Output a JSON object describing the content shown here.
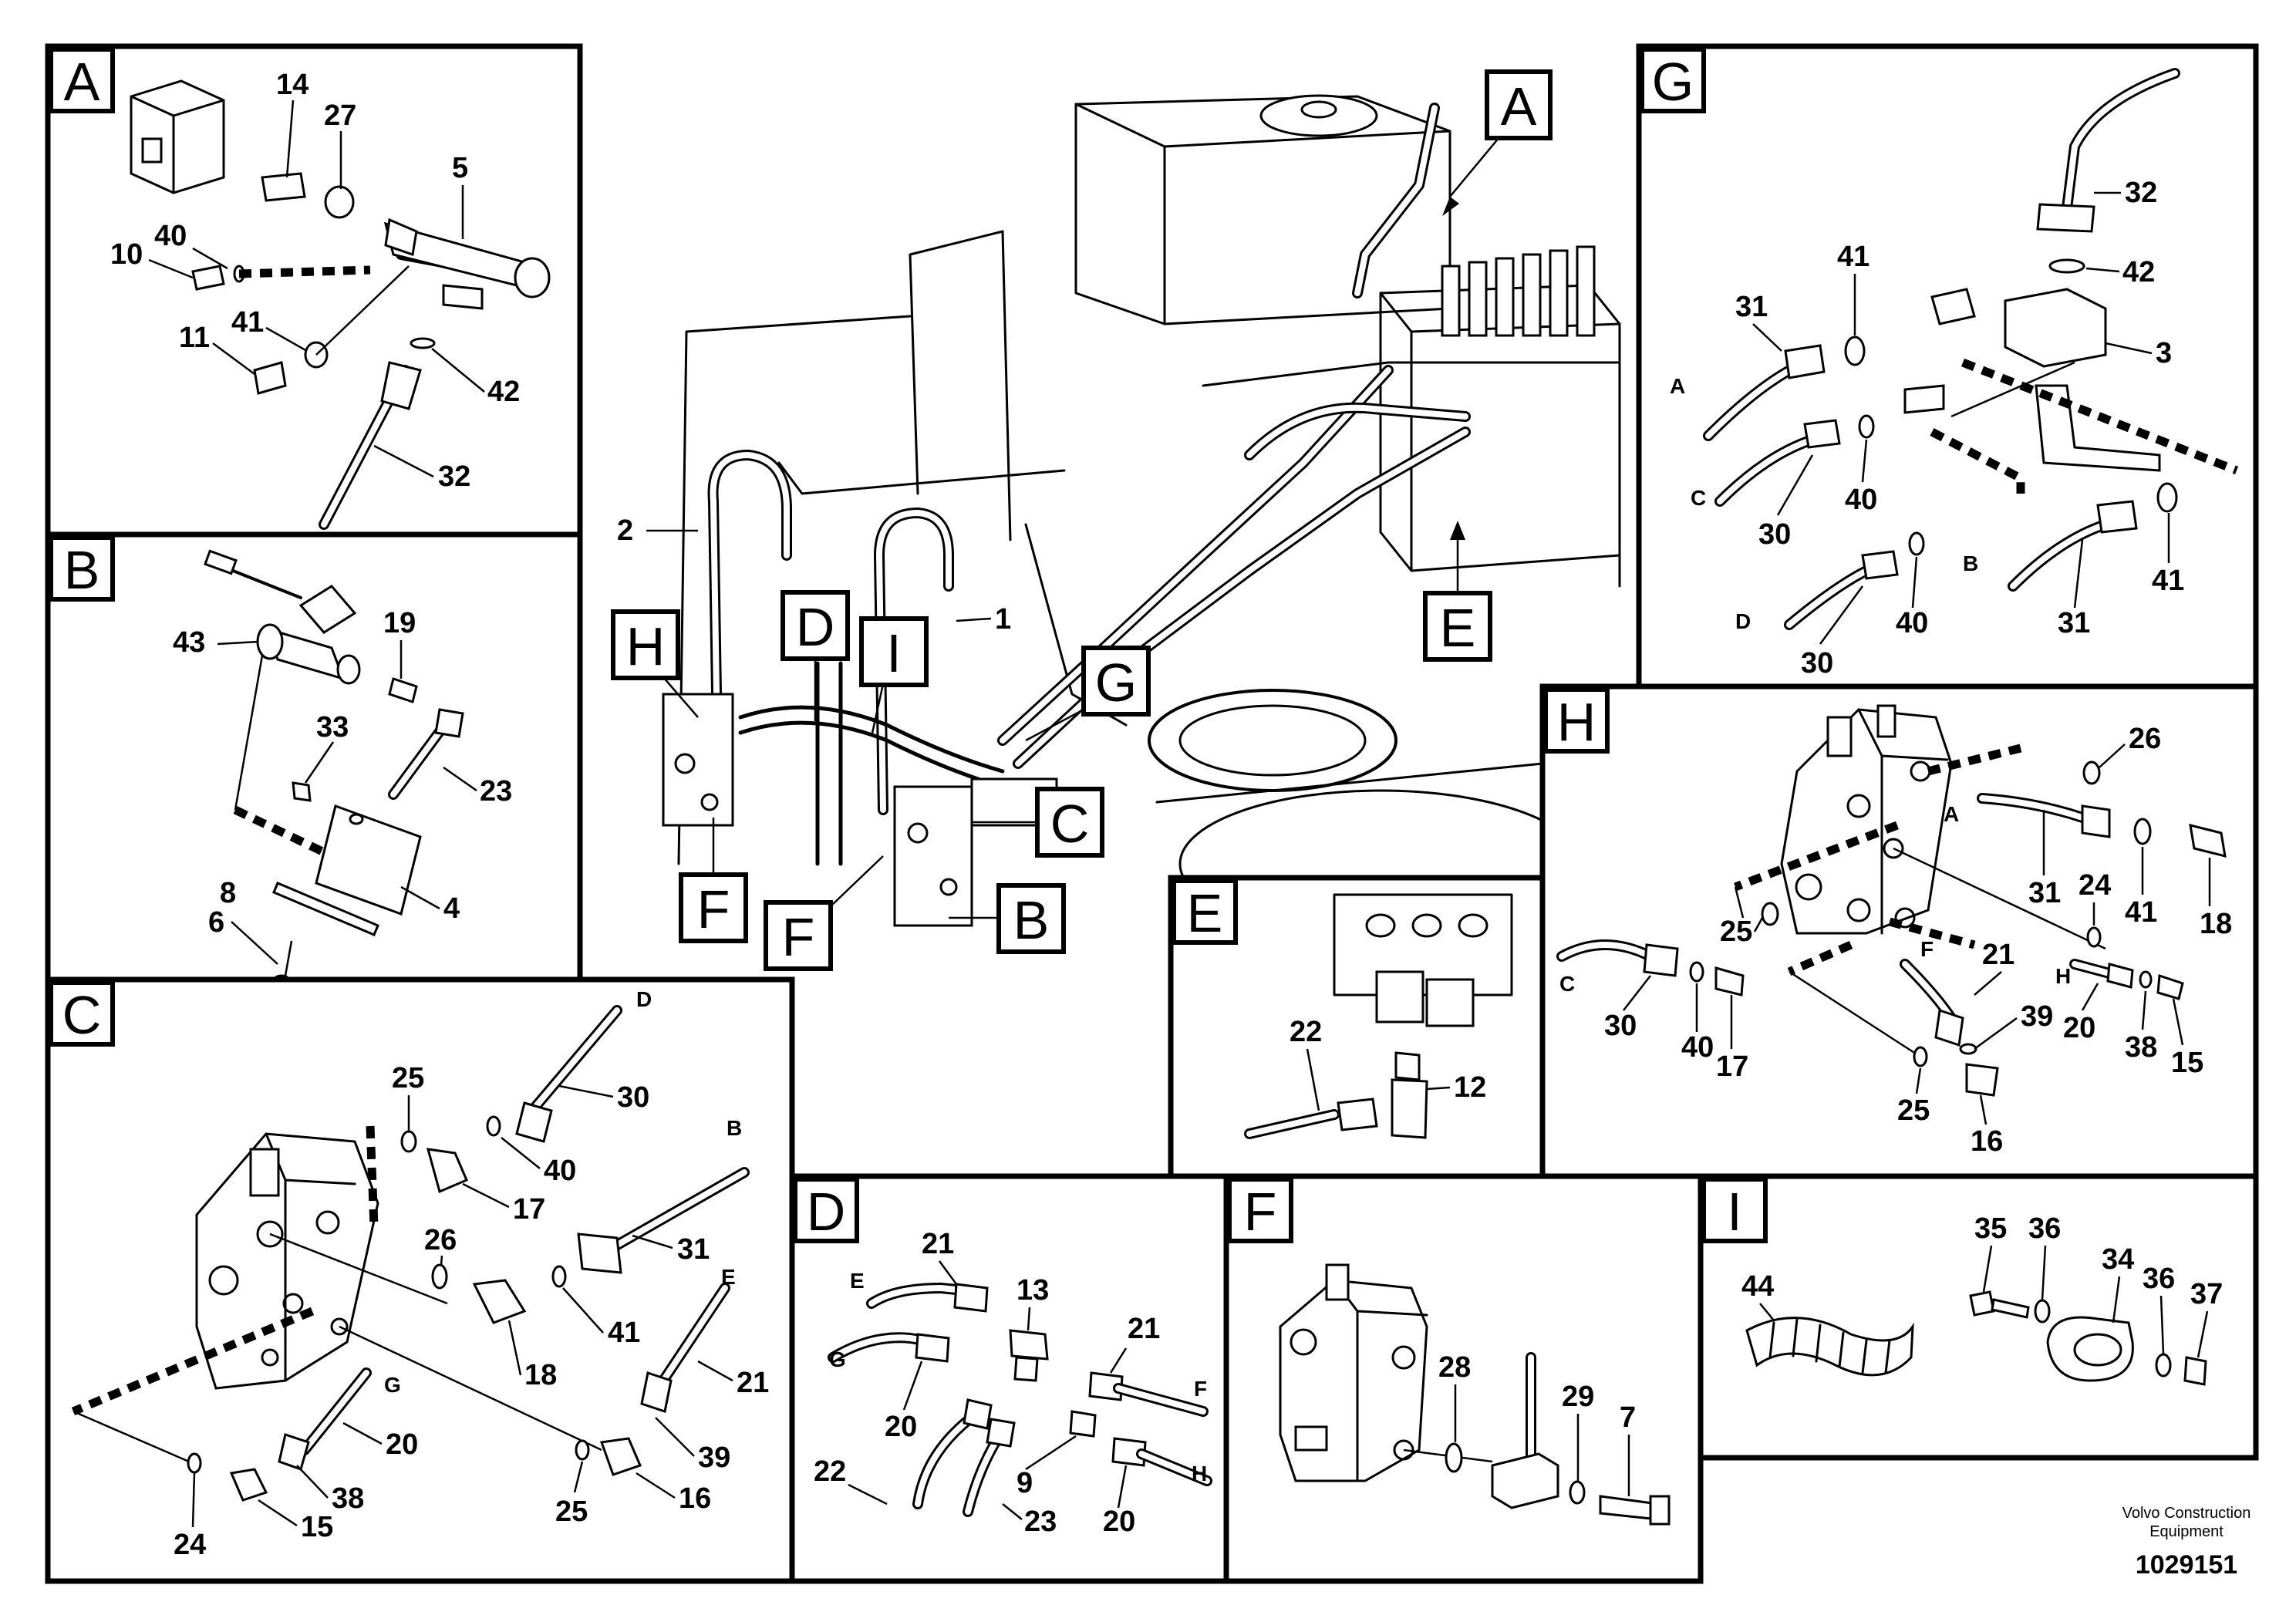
{
  "panels": {
    "A": {
      "tag": "A",
      "numbers": [
        "14",
        "27",
        "5",
        "10",
        "40",
        "11",
        "41",
        "42",
        "32"
      ]
    },
    "B": {
      "tag": "B",
      "numbers": [
        "43",
        "19",
        "33",
        "23",
        "8",
        "6",
        "4"
      ]
    },
    "C": {
      "tag": "C",
      "numbers": [
        "25",
        "30",
        "40",
        "17",
        "26",
        "31",
        "41",
        "18",
        "21",
        "39",
        "16",
        "25",
        "20",
        "38",
        "15",
        "24"
      ],
      "hose_letters": [
        "D",
        "B",
        "E",
        "G"
      ]
    },
    "D": {
      "tag": "D",
      "numbers": [
        "21",
        "13",
        "21",
        "20",
        "22",
        "9",
        "23",
        "20"
      ],
      "hose_letters": [
        "E",
        "G",
        "F",
        "H"
      ]
    },
    "E": {
      "tag": "E",
      "numbers": [
        "22",
        "12"
      ]
    },
    "F": {
      "tag": "F",
      "numbers": [
        "28",
        "29",
        "7"
      ]
    },
    "G": {
      "tag": "G",
      "numbers": [
        "32",
        "42",
        "3",
        "31",
        "41",
        "30",
        "40",
        "30",
        "40",
        "31",
        "41"
      ],
      "hose_letters": [
        "A",
        "C",
        "D",
        "B"
      ]
    },
    "H": {
      "tag": "H",
      "numbers": [
        "26",
        "31",
        "41",
        "18",
        "24",
        "25",
        "21",
        "20",
        "38",
        "15",
        "30",
        "40",
        "17",
        "39",
        "25",
        "16"
      ],
      "hose_letters": [
        "A",
        "C",
        "F",
        "H"
      ]
    },
    "I": {
      "tag": "I",
      "numbers": [
        "44",
        "35",
        "36",
        "34",
        "36",
        "37"
      ]
    }
  },
  "overview": {
    "numbers": [
      "2",
      "1"
    ],
    "callouts": [
      "A",
      "H",
      "D",
      "I",
      "G",
      "E",
      "C",
      "F",
      "F",
      "B"
    ]
  },
  "footer": {
    "brand": "Volvo Construction",
    "brand_line2": "Equipment",
    "drawing_number": "1029151"
  }
}
